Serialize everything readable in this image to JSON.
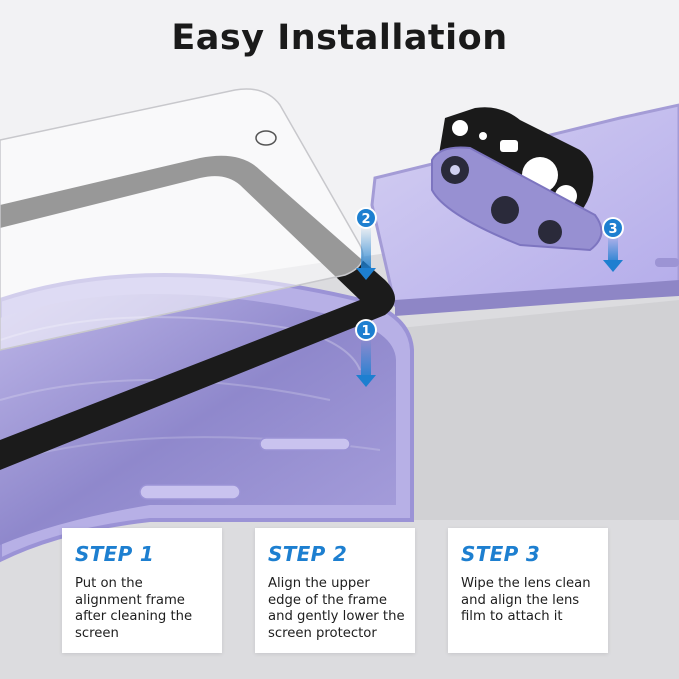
{
  "title": "Easy Installation",
  "colors": {
    "accent": "#1d7fd0",
    "phone_lavender": "#a79fdc",
    "frame_black": "#1b1b1b",
    "background": "#f2f2f4"
  },
  "markers": [
    {
      "number": "1",
      "meaning": "place alignment frame"
    },
    {
      "number": "2",
      "meaning": "lower screen protector"
    },
    {
      "number": "3",
      "meaning": "attach lens film"
    }
  ],
  "steps": [
    {
      "title": "STEP 1",
      "text": "Put on the alignment frame after cleaning the screen"
    },
    {
      "title": "STEP 2",
      "text": "Align the upper edge of the frame and gently lower the screen protector"
    },
    {
      "title": "STEP 3",
      "text": "Wipe the lens clean and align the lens film to attach it"
    }
  ]
}
